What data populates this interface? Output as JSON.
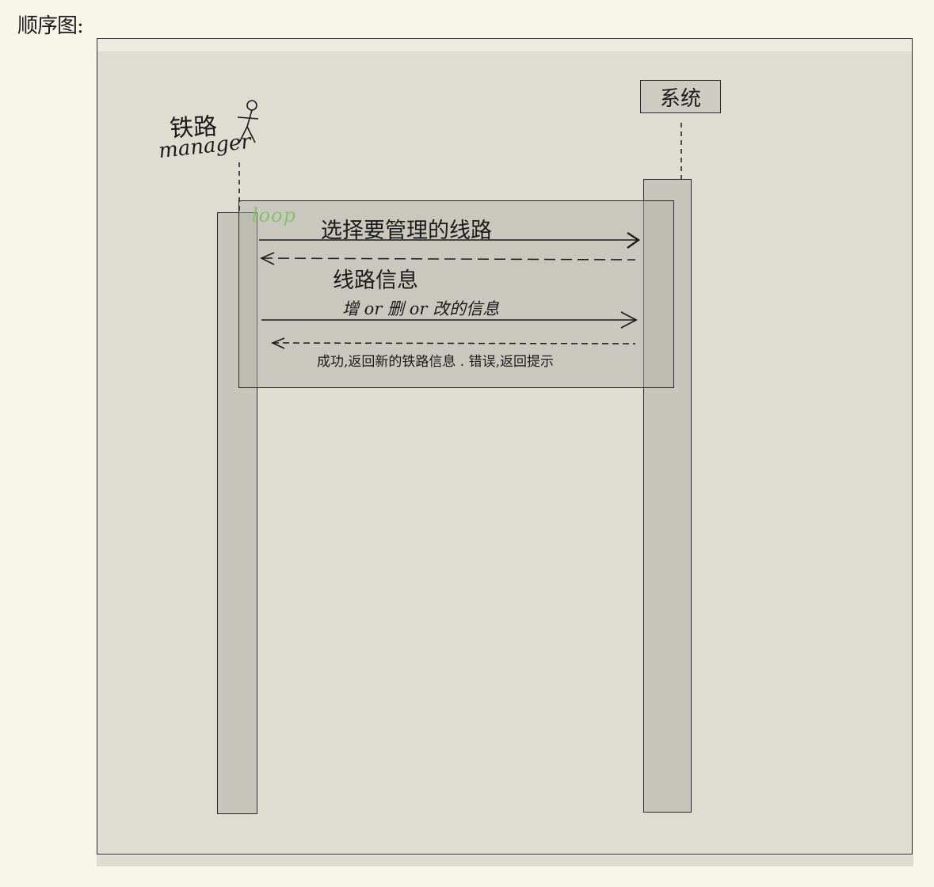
{
  "heading": "顺序图:",
  "actor": {
    "name_cn": "铁路",
    "name_en": "manager"
  },
  "system": {
    "name": "系统"
  },
  "fragment": {
    "label": "loop"
  },
  "messages": [
    {
      "text": "选择要管理的线路",
      "direction": "request"
    },
    {
      "text": "线路信息",
      "direction": "reply"
    },
    {
      "text": "增 or 删 or 改的信息",
      "direction": "request"
    },
    {
      "text": "成功,返回新的铁路信息 . 错误,返回提示",
      "direction": "reply"
    }
  ],
  "colors": {
    "background": "#f6f6e9",
    "frame": "#ddddd2",
    "activation": "#c6c6bc",
    "loop_label": "#86c06a",
    "ink": "#1b1b1b"
  }
}
